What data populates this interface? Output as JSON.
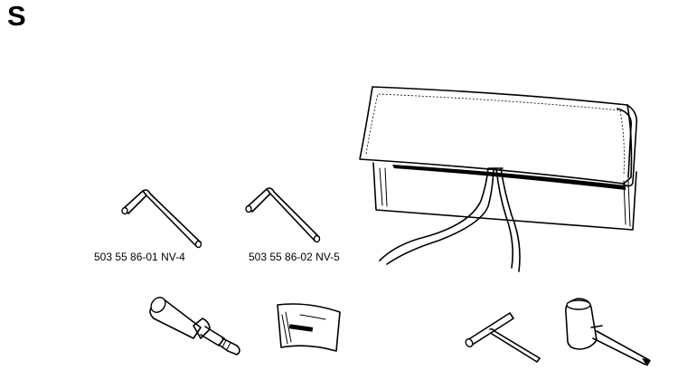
{
  "section": {
    "letter": "S"
  },
  "parts": [
    {
      "label": "503 55 86-01 NV-4"
    },
    {
      "label": "503 55 86-02 NV-5"
    }
  ]
}
